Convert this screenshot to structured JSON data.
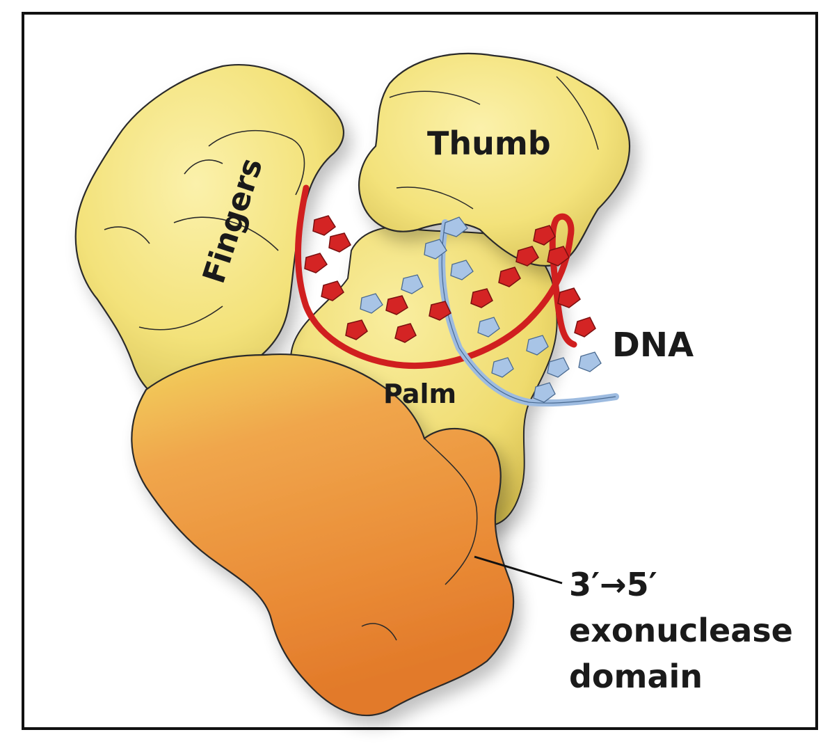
{
  "labels": {
    "fingers": "Fingers",
    "thumb": "Thumb",
    "palm": "Palm",
    "dna": "DNA",
    "exo_line1": "3′→5′",
    "exo_line2": "exonuclease",
    "exo_line3": "domain"
  },
  "colors": {
    "frame": "#111111",
    "polymerase_yellow": "#f3e27a",
    "polymerase_yellow_light": "#f8ec9c",
    "polymerase_shadow": "#d9c45a",
    "exonuclease_orange": "#e98a35",
    "exonuclease_orange_light": "#f0a14a",
    "dna_strand_red": "#d01f1f",
    "dna_strand_blue": "#9dbbe0",
    "outline": "#2a2a2a"
  },
  "icons": {
    "dna_helix": "dna-double-helix-icon",
    "leader_line": "pointer-line"
  }
}
